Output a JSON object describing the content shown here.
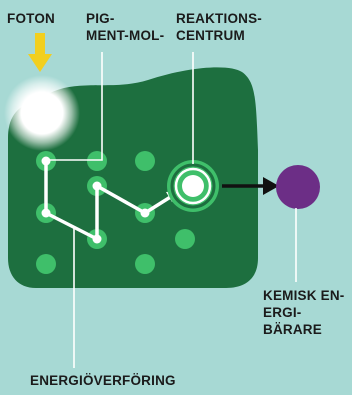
{
  "labels": {
    "photon": "FOTON",
    "pigment_line1": "PIG-",
    "pigment_line2": "MENT-MOL-",
    "reaction_line1": "REAKTIONS-",
    "reaction_line2": "CENTRUM",
    "carrier_line1": "KEMISK EN-",
    "carrier_line2": "ERGI-",
    "carrier_line3": "BÄRARE",
    "energy_transfer": "ENERGIÖVERFÖRING"
  },
  "colors": {
    "background": "#a7d9d4",
    "membrane": "#1d6f3f",
    "pigment": "#3fbf6a",
    "arrow_photon": "#f2cf1e",
    "carrier": "#6c2e86",
    "leader_lines": "#ffffff"
  }
}
